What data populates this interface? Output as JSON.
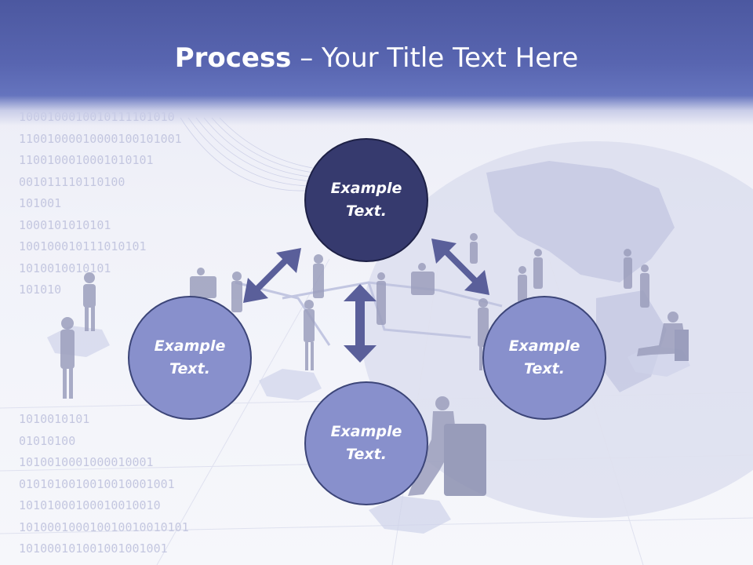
{
  "title": {
    "bold": "Process",
    "rest": " – Your Title Text Here"
  },
  "circles": {
    "top": "Example\nText.",
    "left": "Example\nText.",
    "right": "Example\nText.",
    "bottom": "Example\nText."
  },
  "background_binary": [
    "1000100010010111101010",
    "11001000010000100101001",
    "1100100010001010101",
    "001011110110100",
    "101001",
    "1000101010101",
    "100100010111010101",
    "1010010010101",
    "101010",
    "",
    "",
    "",
    "",
    "",
    "1010010101",
    "01010100",
    "1010010001000010001",
    "0101010010010010001001",
    "10101000100010010010",
    "101000100010010010010101",
    "101000101001001001001"
  ],
  "colors": {
    "header": "#5865b0",
    "circle_dark": "#363a6e",
    "circle_light": "#8890cc",
    "arrow": "#5a5f9a"
  }
}
